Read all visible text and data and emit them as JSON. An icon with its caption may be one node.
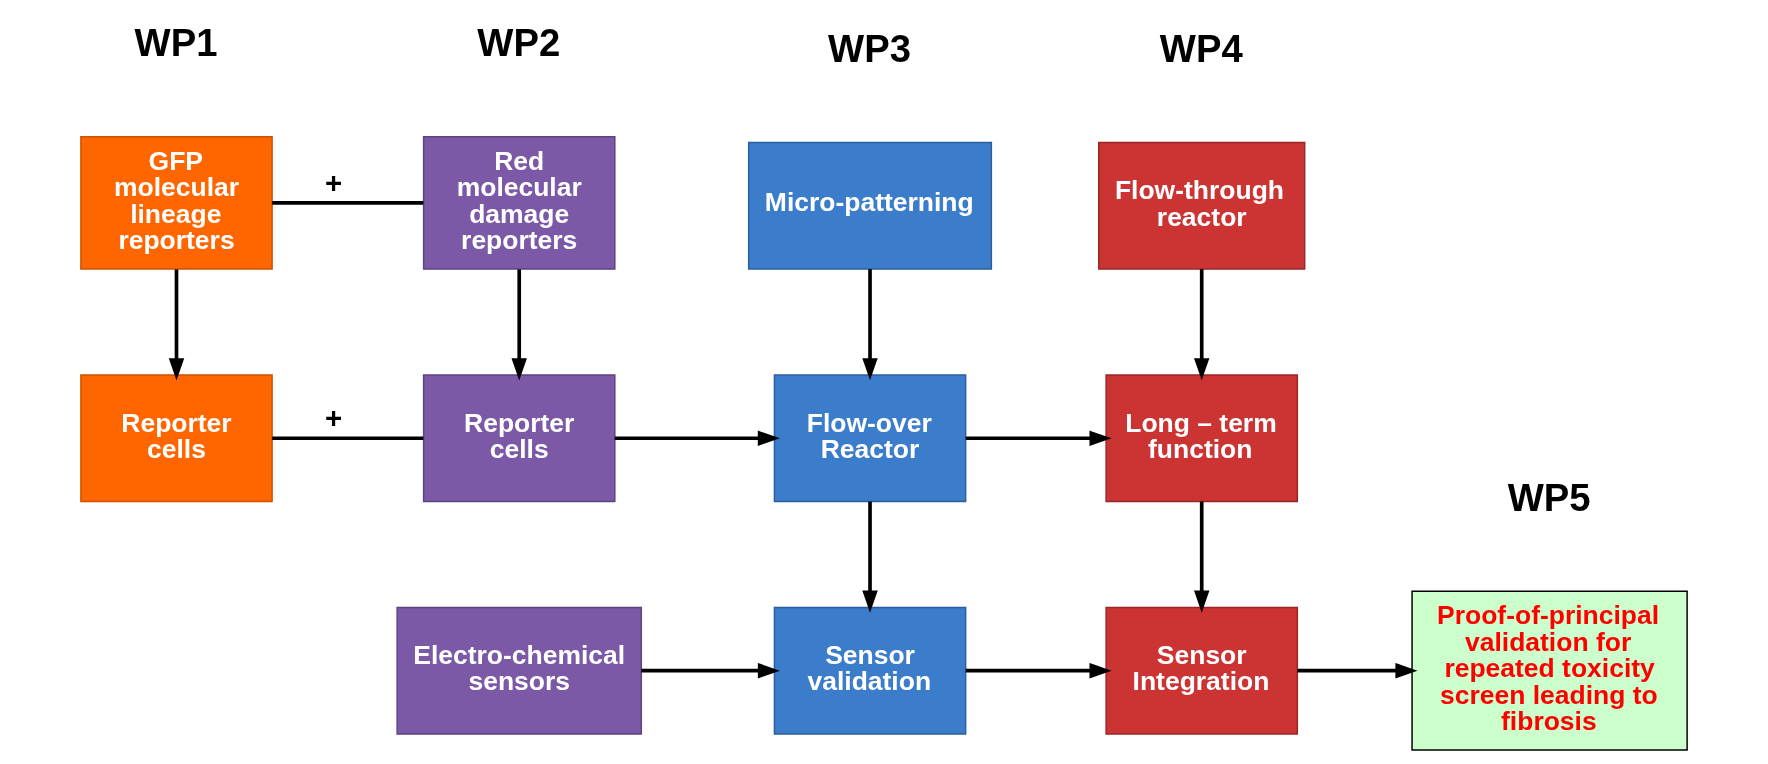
{
  "diagram": {
    "nodes": [
      {
        "text": [
          "GFP molecular lineage reporters"
        ]
      },
      {
        "text": [
          "Red molecular damage reporters"
        ]
      },
      {
        "text": [
          "Electro-chemical sensors"
        ]
      },
      {
        "text": [
          "Micro-patterning"
        ]
      },
      {
        "text": [
          "Flow-through reactor"
        ]
      },
      {
        "text": [
          "Proof-of-principal validation for repeated toxicity screen leading to fibrosis"
        ]
      },
      {
        "text": [
          "Reporter cells"
        ]
      },
      {
        "text": [
          "Reporter cells"
        ]
      },
      {
        "text": [
          "Flow-over Reactor"
        ]
      },
      {
        "text": [
          "Long – term function"
        ]
      },
      {
        "text": [
          "Sensor validation"
        ]
      },
      {
        "text": [
          "Sensor Integration"
        ]
      }
    ],
    "edges": [
      {
        "from": 0,
        "to": 1,
        "arrow": "none",
        "label": "+"
      },
      {
        "from": 0,
        "to": 6,
        "arrow": "to"
      },
      {
        "from": 1,
        "to": 7,
        "arrow": "to"
      },
      {
        "from": 6,
        "to": 7,
        "arrow": "none",
        "label": "+"
      },
      {
        "from": 3,
        "to": 8,
        "arrow": "to"
      },
      {
        "from": 4,
        "to": 9,
        "arrow": "to"
      },
      {
        "from": 7,
        "to": 8,
        "arrow": "to"
      },
      {
        "from": 2,
        "to": 10,
        "arrow": "to"
      },
      {
        "from": 8,
        "to": 9,
        "arrow": "to"
      },
      {
        "from": 8,
        "to": 10,
        "arrow": "to"
      },
      {
        "from": 9,
        "to": 11,
        "arrow": "to"
      },
      {
        "from": 10,
        "to": 11,
        "arrow": "to"
      },
      {
        "from": 11,
        "to": 5,
        "arrow": "to"
      }
    ],
    "labels": [
      "WP1",
      "WP2",
      "WP3",
      "WP4",
      "WP5"
    ]
  }
}
